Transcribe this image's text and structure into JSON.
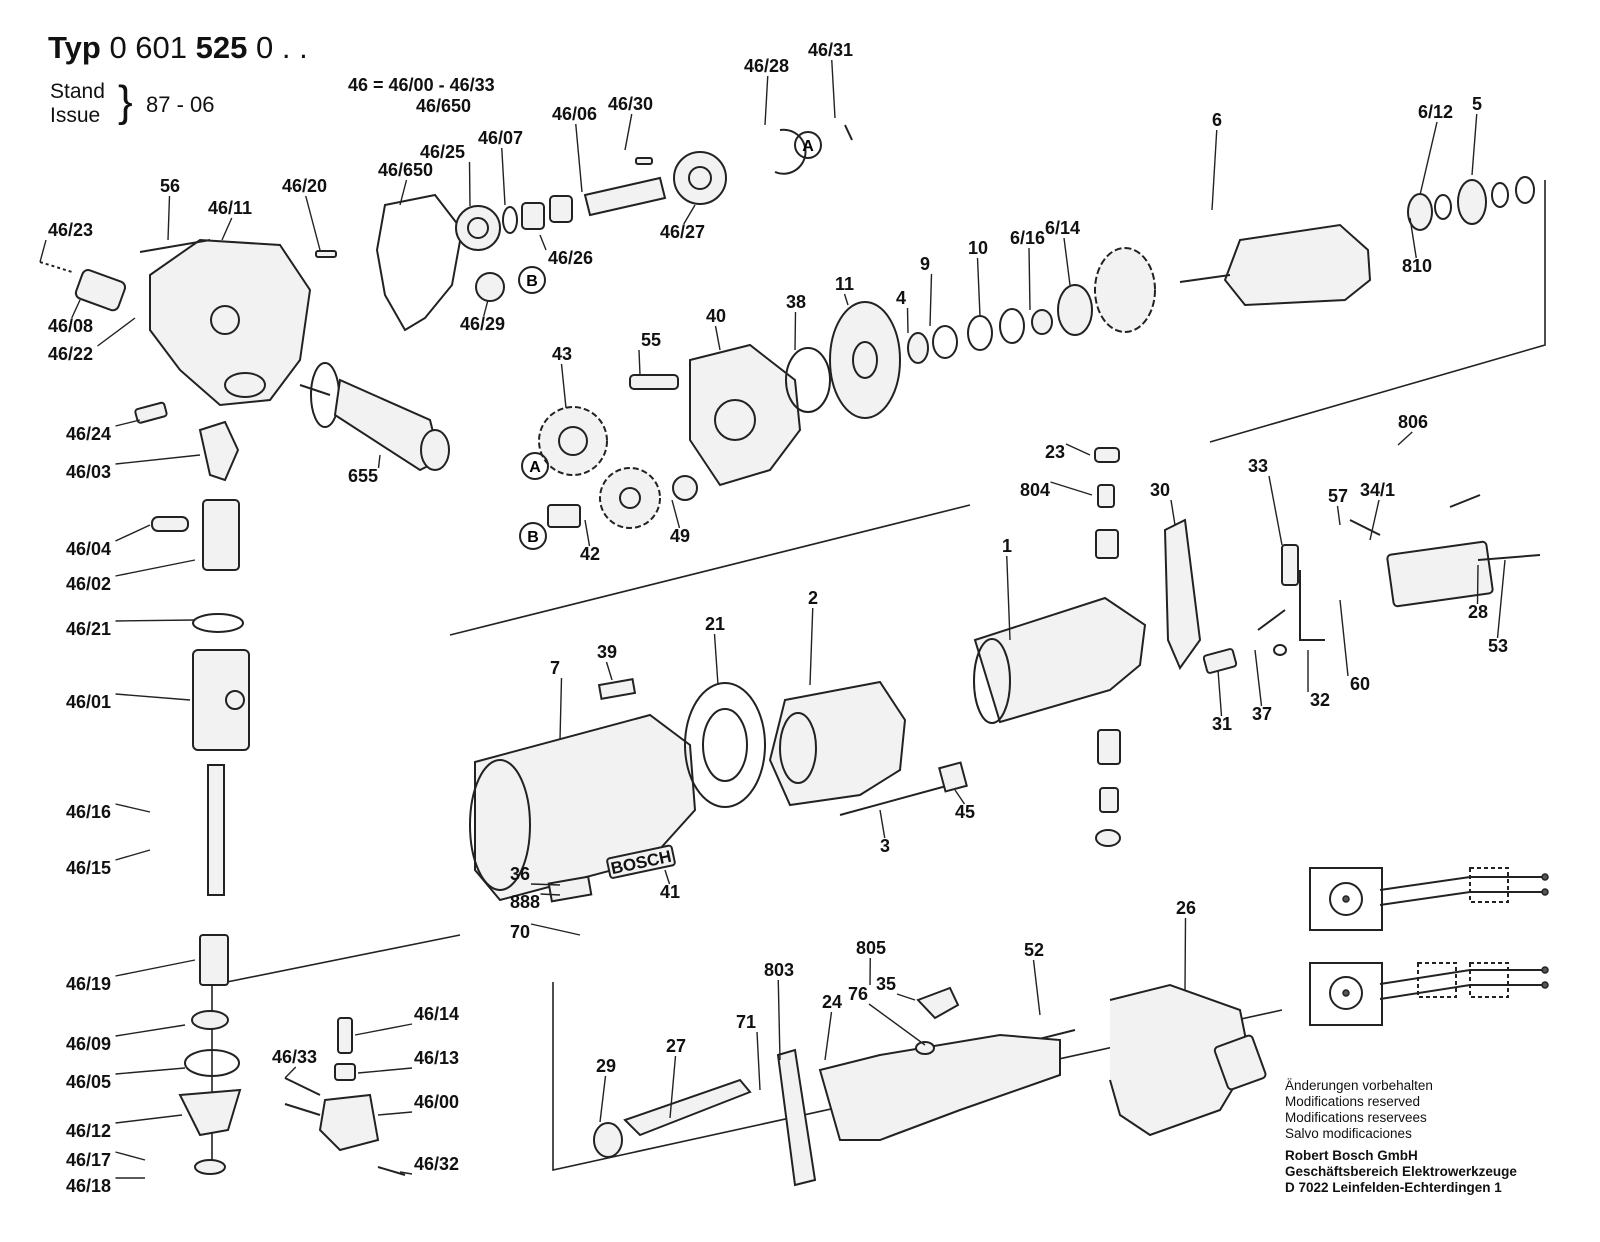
{
  "header": {
    "typ_label": "Typ",
    "typ_number_prefix": "0 601 ",
    "typ_number_bold": "525",
    "typ_number_suffix": " 0 . .",
    "stand_label": "Stand",
    "issue_label": "Issue",
    "issue_date": "87 - 06"
  },
  "group_note": {
    "line1": "46 = 46/00 - 46/33",
    "line2": "46/650"
  },
  "footer_notes": {
    "line1": "Änderungen vorbehalten",
    "line2": "Modifications reserved",
    "line3": "Modifications reservees",
    "line4": "Salvo modificaciones",
    "company": "Robert Bosch GmbH",
    "division": "Geschäftsbereich Elektrowerkzeuge",
    "address": "D 7022 Leinfelden-Echterdingen 1"
  },
  "brand_plate": "BOSCH",
  "callouts": [
    "A",
    "B"
  ],
  "part_labels": [
    "46/23",
    "56",
    "46/11",
    "46/20",
    "46/650",
    "46/25",
    "46/07",
    "46/06",
    "46/30",
    "46/28",
    "46/31",
    "46/08",
    "46/22",
    "46/29",
    "46/26",
    "46/27",
    "6",
    "6/12",
    "5",
    "6/16",
    "6/14",
    "810",
    "46/24",
    "46/03",
    "655",
    "43",
    "55",
    "40",
    "38",
    "11",
    "4",
    "9",
    "10",
    "42",
    "49",
    "46/04",
    "46/02",
    "46/21",
    "46/01",
    "23",
    "804",
    "30",
    "33",
    "806",
    "57",
    "34/1",
    "28",
    "53",
    "1",
    "2",
    "21",
    "7",
    "39",
    "3",
    "45",
    "31",
    "37",
    "32",
    "60",
    "46/16",
    "46/15",
    "36",
    "888",
    "70",
    "41",
    "46/19",
    "46/09",
    "46/05",
    "46/12",
    "46/17",
    "46/18",
    "46/14",
    "46/33",
    "46/13",
    "46/00",
    "46/32",
    "26",
    "52",
    "805",
    "803",
    "76",
    "35",
    "24",
    "71",
    "27",
    "29"
  ]
}
